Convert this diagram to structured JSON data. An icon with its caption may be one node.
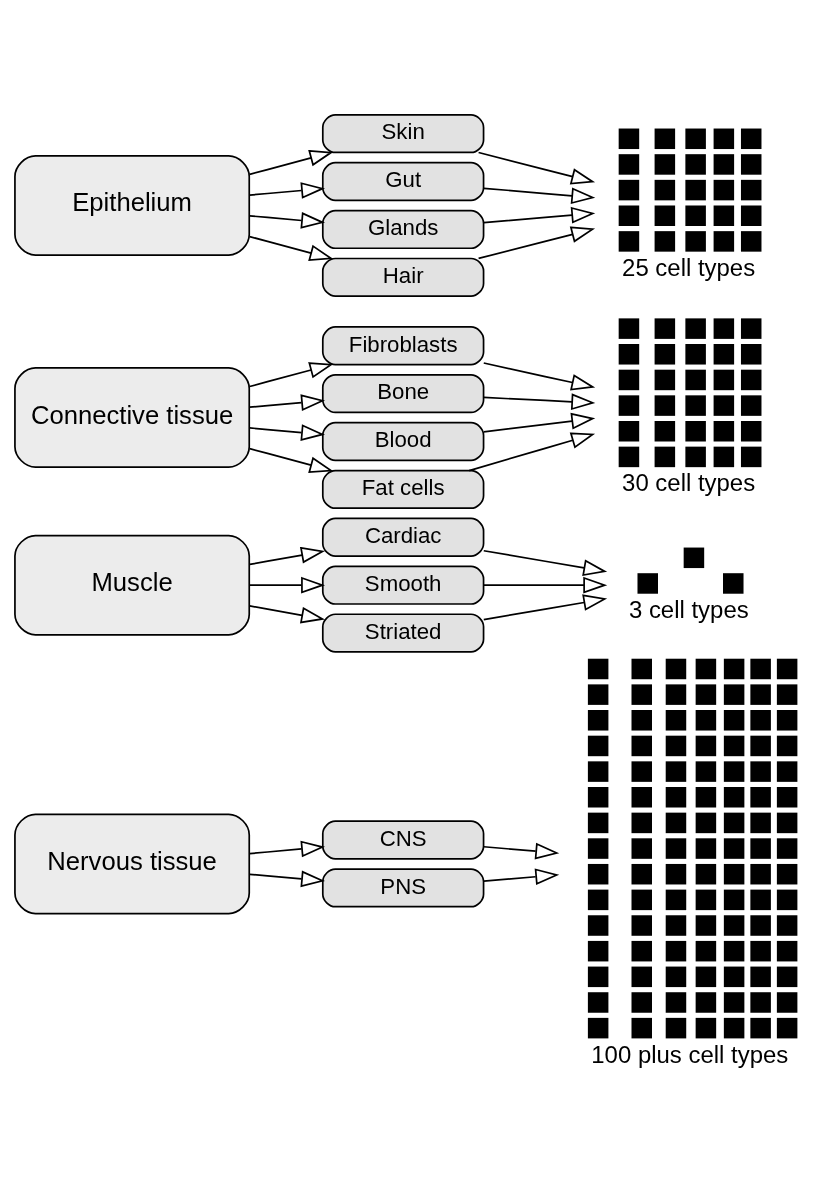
{
  "diagram": {
    "nodes": [
      {
        "text": [
          "Epithelium"
        ]
      },
      {
        "text": [
          "Skin"
        ]
      },
      {
        "text": [
          "Gut"
        ]
      },
      {
        "text": [
          "Glands"
        ]
      },
      {
        "text": [
          "Hair"
        ]
      },
      {
        "text": [],
        "shape": "picture",
        "beside": [
          "25 cell types"
        ]
      },
      {
        "text": [
          "Connective tissue"
        ]
      },
      {
        "text": [
          "Fibroblasts"
        ]
      },
      {
        "text": [
          "Bone"
        ]
      },
      {
        "text": [
          "Blood"
        ]
      },
      {
        "text": [
          "Fat cells"
        ]
      },
      {
        "text": [],
        "shape": "picture",
        "beside": [
          "30 cell types"
        ]
      },
      {
        "text": [
          "Muscle"
        ]
      },
      {
        "text": [
          "Cardiac"
        ]
      },
      {
        "text": [
          "Smooth"
        ]
      },
      {
        "text": [
          "Striated"
        ]
      },
      {
        "text": [],
        "shape": "picture",
        "beside": [
          "3 cell types"
        ]
      },
      {
        "text": [
          "Nervous tissue"
        ]
      },
      {
        "text": [
          "CNS"
        ]
      },
      {
        "text": [
          "PNS"
        ]
      },
      {
        "text": [],
        "shape": "picture",
        "beside": [
          "100 plus cell types"
        ]
      }
    ],
    "edges": [
      {
        "from": 0,
        "to": 1,
        "arrow": "to"
      },
      {
        "from": 0,
        "to": 2,
        "arrow": "to"
      },
      {
        "from": 0,
        "to": 3,
        "arrow": "to"
      },
      {
        "from": 0,
        "to": 4,
        "arrow": "to"
      },
      {
        "from": 1,
        "to": 5,
        "arrow": "to"
      },
      {
        "from": 2,
        "to": 5,
        "arrow": "to"
      },
      {
        "from": 3,
        "to": 5,
        "arrow": "to"
      },
      {
        "from": 4,
        "to": 5,
        "arrow": "to"
      },
      {
        "from": 6,
        "to": 7,
        "arrow": "to"
      },
      {
        "from": 6,
        "to": 8,
        "arrow": "to"
      },
      {
        "from": 6,
        "to": 9,
        "arrow": "to"
      },
      {
        "from": 6,
        "to": 10,
        "arrow": "to"
      },
      {
        "from": 7,
        "to": 11,
        "arrow": "to"
      },
      {
        "from": 8,
        "to": 11,
        "arrow": "to"
      },
      {
        "from": 9,
        "to": 11,
        "arrow": "to"
      },
      {
        "from": 10,
        "to": 11,
        "arrow": "to"
      },
      {
        "from": 12,
        "to": 13,
        "arrow": "to"
      },
      {
        "from": 12,
        "to": 14,
        "arrow": "to"
      },
      {
        "from": 12,
        "to": 15,
        "arrow": "to"
      },
      {
        "from": 13,
        "to": 16,
        "arrow": "to"
      },
      {
        "from": 14,
        "to": 16,
        "arrow": "to"
      },
      {
        "from": 15,
        "to": 16,
        "arrow": "to"
      },
      {
        "from": 17,
        "to": 18,
        "arrow": "to"
      },
      {
        "from": 17,
        "to": 19,
        "arrow": "to"
      },
      {
        "from": 18,
        "to": 20,
        "arrow": "to"
      },
      {
        "from": 19,
        "to": 20,
        "arrow": "to"
      }
    ]
  }
}
